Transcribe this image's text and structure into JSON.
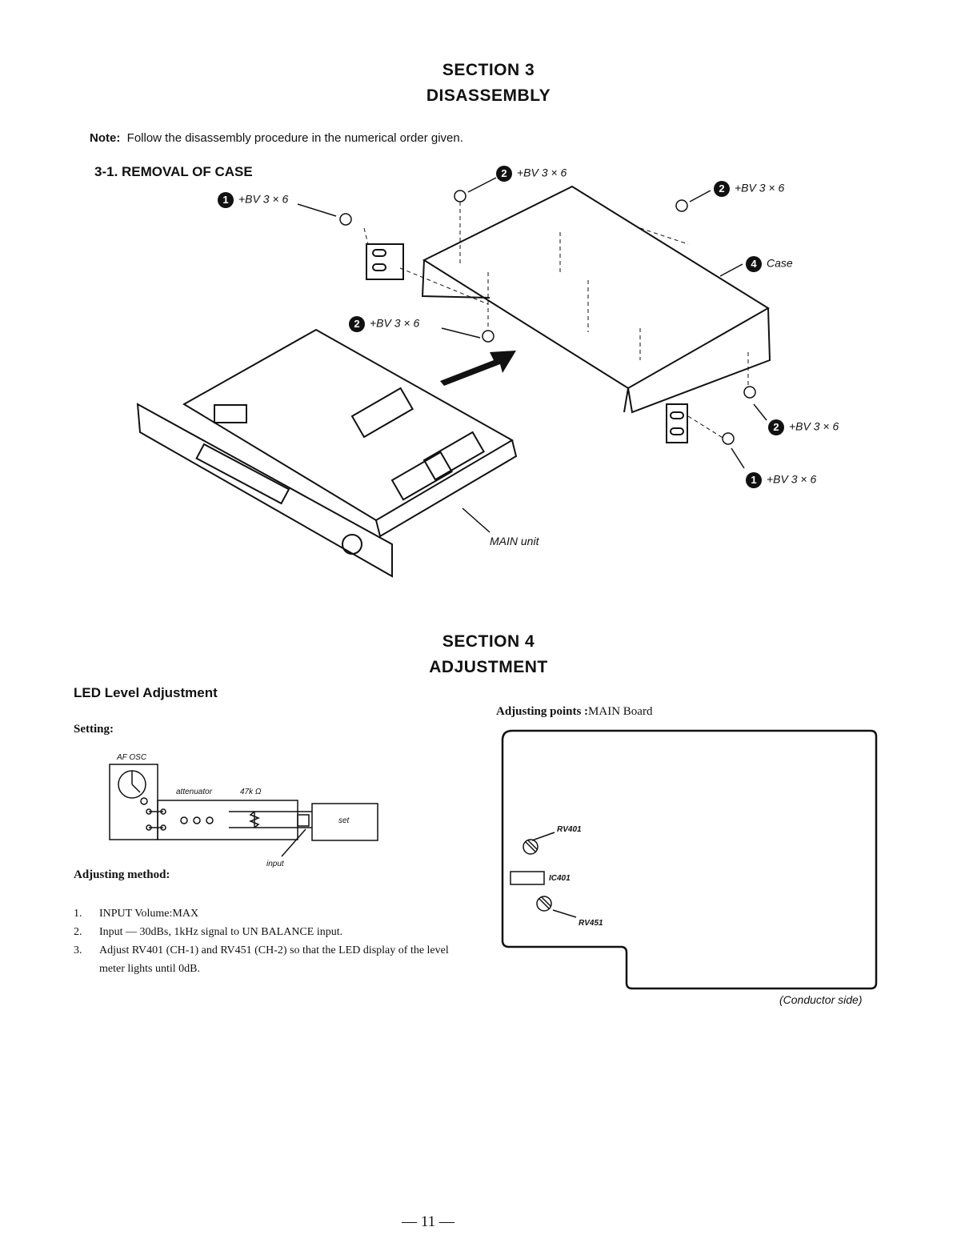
{
  "section3": {
    "title": "SECTION 3",
    "subtitle": "DISASSEMBLY"
  },
  "note": {
    "label": "Note:",
    "text": "Follow the disassembly procedure in the numerical order given."
  },
  "removal": {
    "heading": "3-1. REMOVAL OF CASE",
    "callouts": [
      {
        "step": "1",
        "text": "+BV 3 × 6"
      },
      {
        "step": "2",
        "text": "+BV 3 × 6"
      },
      {
        "step": "2",
        "text": "+BV 3 × 6"
      },
      {
        "step": "4",
        "text": "Case"
      },
      {
        "step": "2",
        "text": "+BV 3 × 6"
      },
      {
        "step": "2",
        "text": "+BV 3 × 6"
      },
      {
        "step": "1",
        "text": "+BV 3 × 6"
      }
    ],
    "main_unit_label": "MAIN unit"
  },
  "section4": {
    "title": "SECTION 4",
    "subtitle": "ADJUSTMENT"
  },
  "led": {
    "heading": "LED Level Adjustment",
    "setting_label": "Setting:",
    "diagram": {
      "af_osc": "AF OSC",
      "attenuator": "attenuator",
      "resistor": "47k Ω",
      "set": "set",
      "input": "input"
    },
    "method_label": "Adjusting method:",
    "steps": [
      {
        "n": "1.",
        "text": "INPUT Volume:MAX"
      },
      {
        "n": "2.",
        "text": "Input — 30dBs, 1kHz signal to UN BALANCE input."
      },
      {
        "n": "3.",
        "text": "Adjust RV401 (CH-1) and RV451 (CH-2) so that the LED display of the level meter lights until 0dB."
      }
    ]
  },
  "adjust_points": {
    "label_bold": "Adjusting points :",
    "label_rest": "MAIN Board",
    "rv401": "RV401",
    "ic401": "IC401",
    "rv451": "RV451",
    "side": "(Conductor side)"
  },
  "page_number": "— 11 —"
}
